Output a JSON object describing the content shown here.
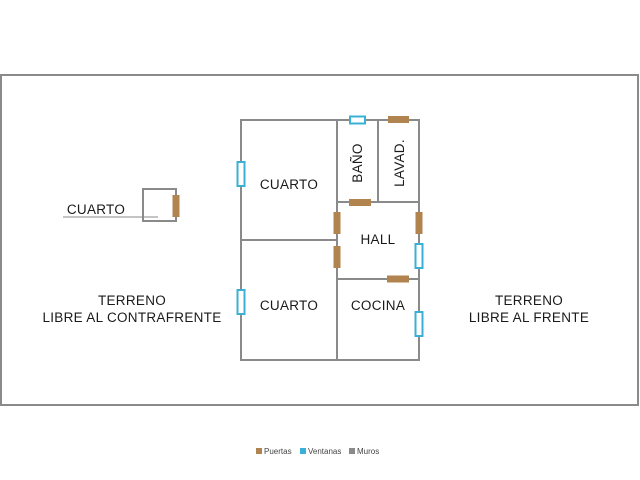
{
  "labels": {
    "room_upper_left": "CUARTO",
    "room_lower_left": "CUARTO",
    "bath": "BAÑO",
    "laundry": "LAVAD.",
    "hall": "HALL",
    "kitchen": "COCINA",
    "shed": "CUARTO",
    "land_back_line1": "TERRENO",
    "land_back_line2": "LIBRE AL CONTRAFRENTE",
    "land_front_line1": "TERRENO",
    "land_front_line2": "LIBRE AL FRENTE"
  },
  "legend": {
    "doors": "Puertas",
    "windows": "Ventanas",
    "walls": "Muros"
  },
  "colors": {
    "door": "#b0834f",
    "window": "#3ab0d6",
    "wall": "#8a8a8a"
  }
}
